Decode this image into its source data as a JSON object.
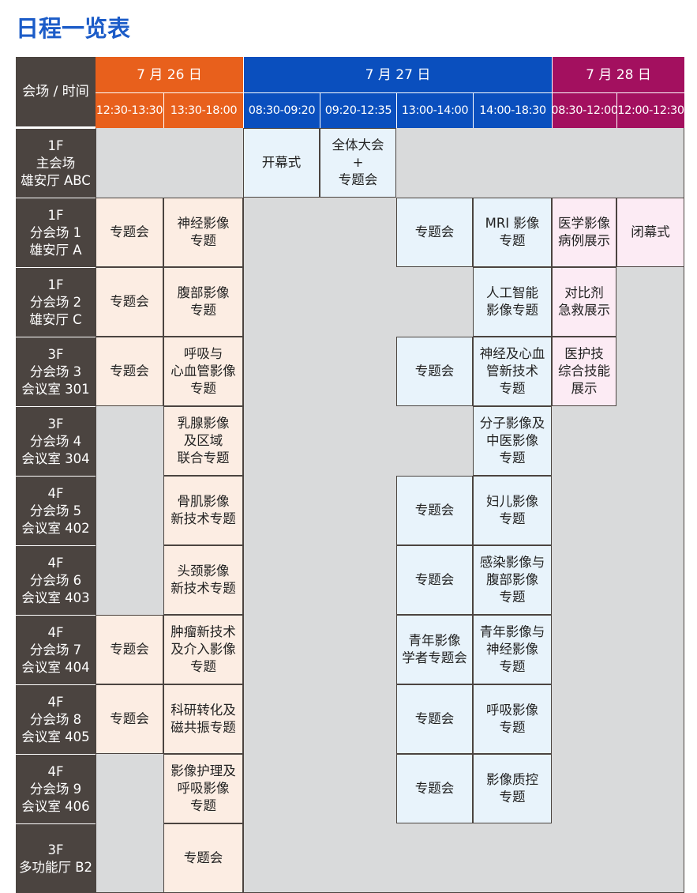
{
  "page": {
    "title": "日程一览表"
  },
  "colors": {
    "day1": "#e8601c",
    "day2": "#0a4fbe",
    "day3": "#a3105f",
    "label_bg": "#4b4440",
    "empty": "#d9dadb",
    "peach": "#fcede3",
    "blue": "#e8f3fb",
    "pink": "#fcebf4",
    "border": "#4b4440"
  },
  "table": {
    "corner": "会场 / 时间",
    "days": [
      {
        "label": "7 月 26 日",
        "color": "day1",
        "span": 2
      },
      {
        "label": "7 月 27 日",
        "color": "day2",
        "span": 4
      },
      {
        "label": "7 月 28 日",
        "color": "day3",
        "span": 2
      }
    ],
    "slots": [
      {
        "label": "12:30-13:30",
        "color": "day1"
      },
      {
        "label": "13:30-18:00",
        "color": "day1"
      },
      {
        "label": "08:30-09:20",
        "color": "day2"
      },
      {
        "label": "09:20-12:35",
        "color": "day2"
      },
      {
        "label": "13:00-14:00",
        "color": "day2"
      },
      {
        "label": "14:00-18:30",
        "color": "day2"
      },
      {
        "label": "08:30-12:00",
        "color": "day3"
      },
      {
        "label": "12:00-12:30",
        "color": "day3"
      }
    ],
    "rows": [
      {
        "label": "1F\n主会场\n雄安厅 ABC",
        "events": [
          {
            "col": 2,
            "span": 1,
            "text": "开幕式",
            "bg": "blue"
          },
          {
            "col": 3,
            "span": 1,
            "text": "全体大会\n+\n专题会",
            "bg": "blue"
          }
        ]
      },
      {
        "label": "1F\n分会场 1\n雄安厅 A",
        "events": [
          {
            "col": 0,
            "span": 1,
            "text": "专题会",
            "bg": "peach"
          },
          {
            "col": 1,
            "span": 1,
            "text": "神经影像\n专题",
            "bg": "peach"
          },
          {
            "col": 4,
            "span": 1,
            "text": "专题会",
            "bg": "blue"
          },
          {
            "col": 5,
            "span": 1,
            "text": "MRI 影像\n专题",
            "bg": "blue"
          },
          {
            "col": 6,
            "span": 1,
            "text": "医学影像\n病例展示",
            "bg": "pink"
          },
          {
            "col": 7,
            "span": 1,
            "text": "闭幕式",
            "bg": "pink"
          }
        ]
      },
      {
        "label": "1F\n分会场 2\n雄安厅 C",
        "events": [
          {
            "col": 0,
            "span": 1,
            "text": "专题会",
            "bg": "peach"
          },
          {
            "col": 1,
            "span": 1,
            "text": "腹部影像\n专题",
            "bg": "peach"
          },
          {
            "col": 5,
            "span": 1,
            "text": "人工智能\n影像专题",
            "bg": "blue"
          },
          {
            "col": 6,
            "span": 1,
            "text": "对比剂\n急救展示",
            "bg": "pink"
          }
        ]
      },
      {
        "label": "3F\n分会场 3\n会议室 301",
        "events": [
          {
            "col": 0,
            "span": 1,
            "text": "专题会",
            "bg": "peach"
          },
          {
            "col": 1,
            "span": 1,
            "text": "呼吸与\n心血管影像\n专题",
            "bg": "peach"
          },
          {
            "col": 4,
            "span": 1,
            "text": "专题会",
            "bg": "blue"
          },
          {
            "col": 5,
            "span": 1,
            "text": "神经及心血\n管新技术\n专题",
            "bg": "blue"
          },
          {
            "col": 6,
            "span": 1,
            "text": "医护技\n综合技能\n展示",
            "bg": "pink"
          }
        ]
      },
      {
        "label": "3F\n分会场 4\n会议室 304",
        "events": [
          {
            "col": 1,
            "span": 1,
            "text": "乳腺影像\n及区域\n联合专题",
            "bg": "peach"
          },
          {
            "col": 5,
            "span": 1,
            "text": "分子影像及\n中医影像\n专题",
            "bg": "blue"
          }
        ]
      },
      {
        "label": "4F\n分会场 5\n会议室 402",
        "events": [
          {
            "col": 1,
            "span": 1,
            "text": "骨肌影像\n新技术专题",
            "bg": "peach"
          },
          {
            "col": 4,
            "span": 1,
            "text": "专题会",
            "bg": "blue"
          },
          {
            "col": 5,
            "span": 1,
            "text": "妇儿影像\n专题",
            "bg": "blue"
          }
        ]
      },
      {
        "label": "4F\n分会场 6\n会议室 403",
        "events": [
          {
            "col": 1,
            "span": 1,
            "text": "头颈影像\n新技术专题",
            "bg": "peach"
          },
          {
            "col": 4,
            "span": 1,
            "text": "专题会",
            "bg": "blue"
          },
          {
            "col": 5,
            "span": 1,
            "text": "感染影像与\n腹部影像\n专题",
            "bg": "blue"
          }
        ]
      },
      {
        "label": "4F\n分会场 7\n会议室 404",
        "events": [
          {
            "col": 0,
            "span": 1,
            "text": "专题会",
            "bg": "peach"
          },
          {
            "col": 1,
            "span": 1,
            "text": "肿瘤新技术\n及介入影像\n专题",
            "bg": "peach"
          },
          {
            "col": 4,
            "span": 1,
            "text": "青年影像\n学者专题会",
            "bg": "blue"
          },
          {
            "col": 5,
            "span": 1,
            "text": "青年影像与\n神经影像\n专题",
            "bg": "blue"
          }
        ]
      },
      {
        "label": "4F\n分会场 8\n会议室 405",
        "events": [
          {
            "col": 0,
            "span": 1,
            "text": "专题会",
            "bg": "peach"
          },
          {
            "col": 1,
            "span": 1,
            "text": "科研转化及\n磁共振专题",
            "bg": "peach"
          },
          {
            "col": 4,
            "span": 1,
            "text": "专题会",
            "bg": "blue"
          },
          {
            "col": 5,
            "span": 1,
            "text": "呼吸影像\n专题",
            "bg": "blue"
          }
        ]
      },
      {
        "label": "4F\n分会场 9\n会议室 406",
        "events": [
          {
            "col": 1,
            "span": 1,
            "text": "影像护理及\n呼吸影像\n专题",
            "bg": "peach"
          },
          {
            "col": 4,
            "span": 1,
            "text": "专题会",
            "bg": "blue"
          },
          {
            "col": 5,
            "span": 1,
            "text": "影像质控\n专题",
            "bg": "blue"
          }
        ]
      },
      {
        "label": "3F\n多功能厅 B2",
        "events": [
          {
            "col": 1,
            "span": 1,
            "text": "专题会",
            "bg": "peach"
          }
        ]
      }
    ]
  }
}
